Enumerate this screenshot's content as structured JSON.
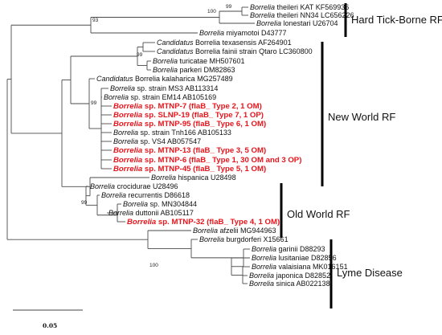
{
  "taxa": [
    {
      "genus": "Borrelia",
      "rest": " theileri KAT KF569936",
      "hl": false
    },
    {
      "genus": "Borrelia",
      "rest": " theileri NN34 LC656226",
      "hl": false
    },
    {
      "genus": "Borrelia",
      "rest": " lonestari U26704",
      "hl": false
    },
    {
      "genus": "Borrelia",
      "rest": " miyamotoi D43777",
      "hl": false
    },
    {
      "genus": "Candidatus",
      "rest": " Borrelia texasensis AF264901",
      "hl": false
    },
    {
      "genus": "Candidatus",
      "rest": " Borrelia fainii strain Qtaro LC360800",
      "hl": false
    },
    {
      "genus": "Borrelia",
      "rest": " turicatae MH507601",
      "hl": false
    },
    {
      "genus": "Borrelia",
      "rest": " parkeri DM82863",
      "hl": false
    },
    {
      "genus": "Candidatus",
      "rest": " Borrelia kalaharica MG257489",
      "hl": false
    },
    {
      "genus": "Borrelia",
      "rest": " sp. strain MS3 AB113314",
      "hl": false
    },
    {
      "genus": "Borrelia",
      "rest": " sp. strain EM14 AB105169",
      "hl": false
    },
    {
      "genus": "Borrelia",
      "rest": " sp. MTNP-7 (flaB_ Type 2, 1 OM)",
      "hl": true
    },
    {
      "genus": "Borrelia",
      "rest": " sp. SLNP-19 (flaB_ Type 7, 1 OP)",
      "hl": true
    },
    {
      "genus": "Borrelia",
      "rest": " sp. MTNP-95 (flaB_ Type 6, 1 OM)",
      "hl": true
    },
    {
      "genus": "Borrelia",
      "rest": " sp. strain Tnh166 AB105133",
      "hl": false
    },
    {
      "genus": "Borrelia",
      "rest": " sp. VS4 AB057547",
      "hl": false
    },
    {
      "genus": "Borrelia",
      "rest": " sp. MTNP-13 (flaB_ Type 3, 5 OM)",
      "hl": true
    },
    {
      "genus": "Borrelia",
      "rest": " sp. MTNP-6 (flaB_ Type 1, 30 OM and 3 OP)",
      "hl": true
    },
    {
      "genus": "Borrelia",
      "rest": " sp. MTNP-45 (flaB_ Type 5, 1 OM)",
      "hl": true
    },
    {
      "genus": "Borrelia",
      "rest": " hispanica U28498",
      "hl": false
    },
    {
      "genus": "Borrelia",
      "rest": " crocidurae U28496",
      "hl": false
    },
    {
      "genus": "Borrelia",
      "rest": " recurrentis D86618",
      "hl": false
    },
    {
      "genus": "Borrelia",
      "rest": " sp. MN304844",
      "hl": false
    },
    {
      "genus": "Borrelia",
      "rest": " duttonii AB105117",
      "hl": false
    },
    {
      "genus": "Borrelia",
      "rest": " sp. MTNP-32 (flaB_ Type 4, 1 OM)",
      "hl": true
    },
    {
      "genus": "Borrelia",
      "rest": " afzelii MG944963",
      "hl": false
    },
    {
      "genus": "Borrelia",
      "rest": " burgdorferi X15661",
      "hl": false
    },
    {
      "genus": "Borrelia",
      "rest": " garinii D88293",
      "hl": false
    },
    {
      "genus": "Borrelia",
      "rest": " lusitaniae D82856",
      "hl": false
    },
    {
      "genus": "Borrelia",
      "rest": " valaisiana MK016151",
      "hl": false
    },
    {
      "genus": "Borrelia",
      "rest": " japonica D82852",
      "hl": false
    },
    {
      "genus": "Borrelia",
      "rest": " sinica AB022138",
      "hl": false
    }
  ],
  "bootstrap": [
    "100",
    "99",
    "93",
    "99",
    "99",
    "99",
    "100"
  ],
  "groups": [
    "Hard Tick-Borne RF",
    "New World RF",
    "Old World RF",
    "Lyme Disease"
  ],
  "scale": {
    "label": "0.05",
    "value": 0.05
  },
  "colors": {
    "highlight": "#e8141b",
    "line": "#4a4a4a",
    "bar": "#000000"
  }
}
